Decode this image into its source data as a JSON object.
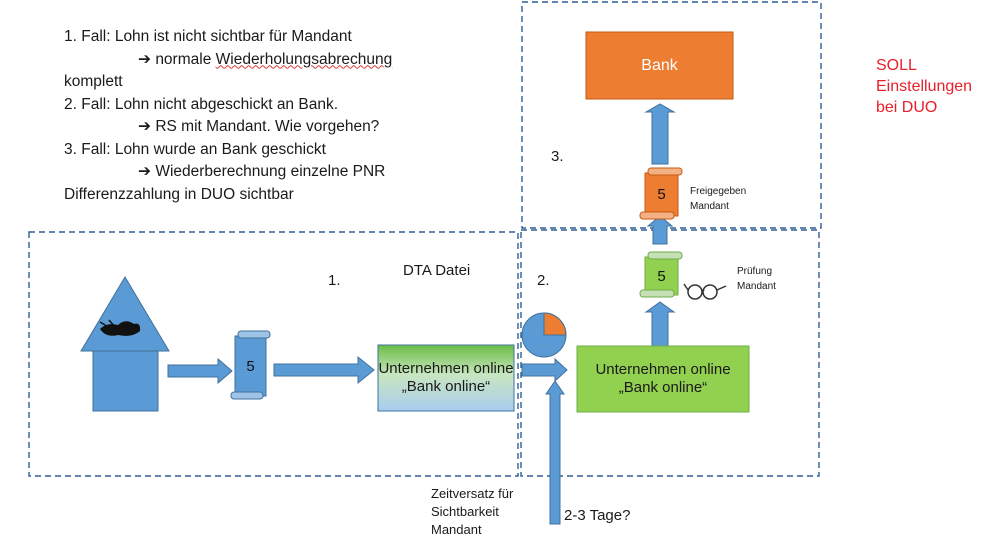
{
  "notes": {
    "line1": "1. Fall: Lohn ist nicht sichtbar für Mandant",
    "line2_pre": "normale ",
    "line2_word": "Wiederholungsabrechung",
    "line3": "komplett",
    "line4": "2. Fall: Lohn nicht abgeschickt an Bank.",
    "line5": "RS mit Mandant. Wie vorgehen?",
    "line6": "3. Fall: Lohn wurde an Bank geschickt",
    "line7": "Wiederberechnung einzelne PNR",
    "line8": "Differenzzahlung in DUO sichtbar",
    "arrow_glyph": "➔"
  },
  "soll": {
    "line1": "SOLL",
    "line2": "Einstellungen",
    "line3": "bei DUO"
  },
  "diagram": {
    "bank_label": "Bank",
    "step1": "1.",
    "step2": "2.",
    "step3": "3.",
    "dta_label": "DTA Datei",
    "scroll_number": "5",
    "freigegeben_line1": "Freigegeben",
    "freigegeben_line2": "Mandant",
    "pruefung_line1": "Prüfung",
    "pruefung_line2": "Mandant",
    "box1_text": "Unternehmen online „Bank online“",
    "box2_text": "Unternehmen online „Bank online“",
    "zeitversatz_line1": "Zeitversatz für",
    "zeitversatz_line2": "Sichtbarkeit",
    "zeitversatz_line3": "Mandant",
    "tage_label": "2-3 Tage?"
  },
  "colors": {
    "blue": "#5b9bd5",
    "blue_border": "#41719c",
    "dash": "#2e5f96",
    "orange": "#ed7d31",
    "green": "#92d050",
    "red_text": "#e8202a"
  }
}
